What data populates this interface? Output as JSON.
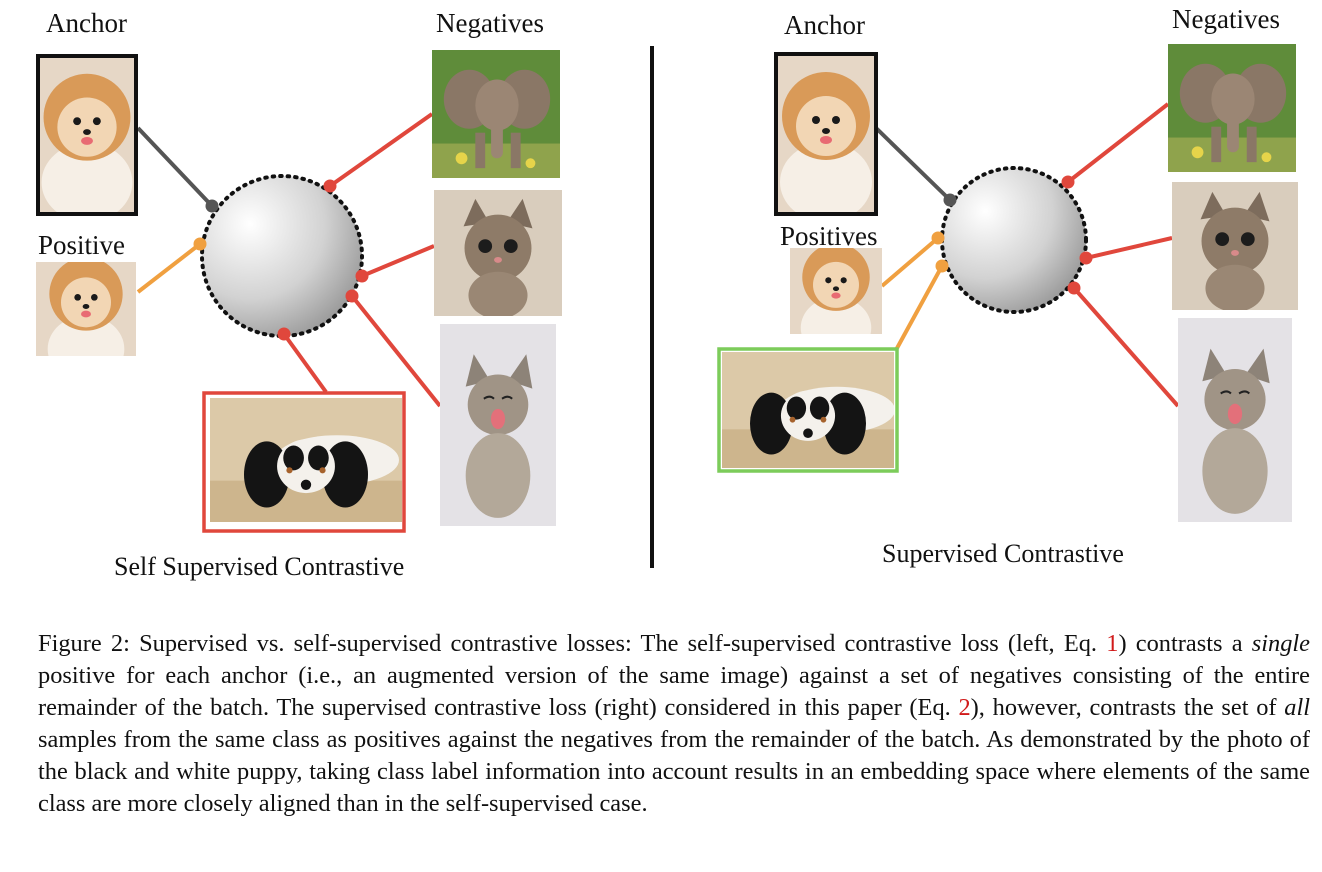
{
  "left_panel": {
    "anchor_label": "Anchor",
    "positive_label": "Positive",
    "negatives_label": "Negatives",
    "title": "Self Supervised Contrastive",
    "images": {
      "anchor": "pomeranian-puppy-image",
      "positive": "pomeranian-puppy-crop-image",
      "negative_1": "baby-elephant-image",
      "negative_2": "kitten-image",
      "negative_3": "yawning-kitten-image",
      "highlighted_negative": "black-white-puppy-image"
    }
  },
  "right_panel": {
    "anchor_label": "Anchor",
    "positive_label": "Positives",
    "negatives_label": "Negatives",
    "title": "Supervised Contrastive",
    "images": {
      "anchor": "pomeranian-puppy-image",
      "positive_1": "pomeranian-puppy-crop-image",
      "positive_2": "black-white-puppy-image",
      "negative_1": "baby-elephant-image",
      "negative_2": "kitten-image",
      "negative_3": "yawning-kitten-image"
    }
  },
  "colors": {
    "anchor_line": "#555555",
    "positive_line": "#f0a040",
    "negative_line": "#e0473c",
    "highlight_red": "#e0473c",
    "highlight_green": "#7ccc5a"
  },
  "caption": {
    "prefix": "Figure 2: Supervised vs. self-supervised contrastive losses: The self-supervised contrastive loss (left, Eq. ",
    "eq1": "1",
    "part2": ") contrasts a ",
    "em1": "single",
    "part3": " positive for each anchor (i.e., an augmented version of the same image) against a set of negatives consisting of the entire remainder of the batch. The supervised contrastive loss (right) considered in this paper (Eq. ",
    "eq2": "2",
    "part4": "), however, contrasts the set of ",
    "em2": "all",
    "part5": " samples from the same class as positives against the negatives from the remainder of the batch. As demonstrated by the photo of the black and white puppy, taking class label information into account results in an embedding space where elements of the same class are more closely aligned than in the self-supervised case."
  }
}
